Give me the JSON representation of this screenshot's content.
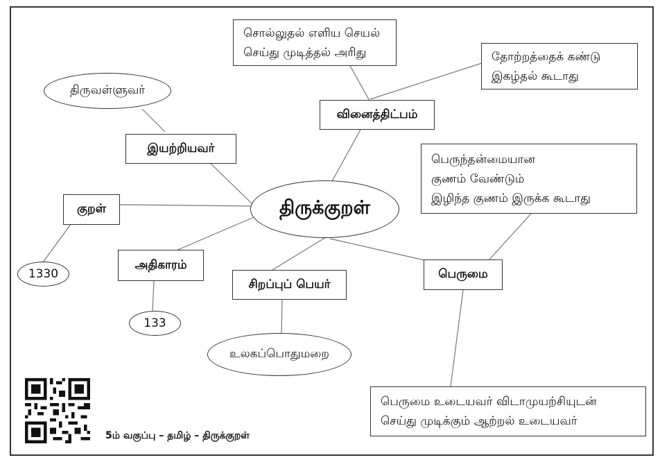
{
  "center": "திருக்குறள்",
  "nodes": {
    "author_label": "இயற்றியவர்",
    "author": "திருவள்ளுவர்",
    "kural_label": "குறள்",
    "kural_count": "1330",
    "chapter_label": "அதிகாரம்",
    "chapter_count": "133",
    "special_label": "சிறப்புப் பெயர்",
    "special_name": "உலகப்பொதுமறை",
    "effort_label": "வினைத்திட்பம்",
    "effort_note1": [
      "சொல்லுதல் எளிய செயல்",
      "செய்து முடித்தல் அரிது"
    ],
    "effort_note2": [
      "தோற்றத்தைக் கண்டு",
      "இகழ்தல் கூடாது"
    ],
    "greatness_label": "பெருமை",
    "greatness_note1": [
      "பெருந்தன்மையான",
      "குணம் வேண்டும்",
      "இழிந்த குணம் இருக்க கூடாது"
    ],
    "greatness_note2": [
      "பெருமை உடையவர் விடாமுயற்சியுடன்",
      "செய்து முடிக்கும் ஆற்றல் உடையவர்"
    ]
  },
  "footer": "5ம் வகுப்பு – தமிழ் – திருக்குறள்",
  "colors": {
    "line": "#777777",
    "border": "#333333",
    "text": "#111111"
  }
}
